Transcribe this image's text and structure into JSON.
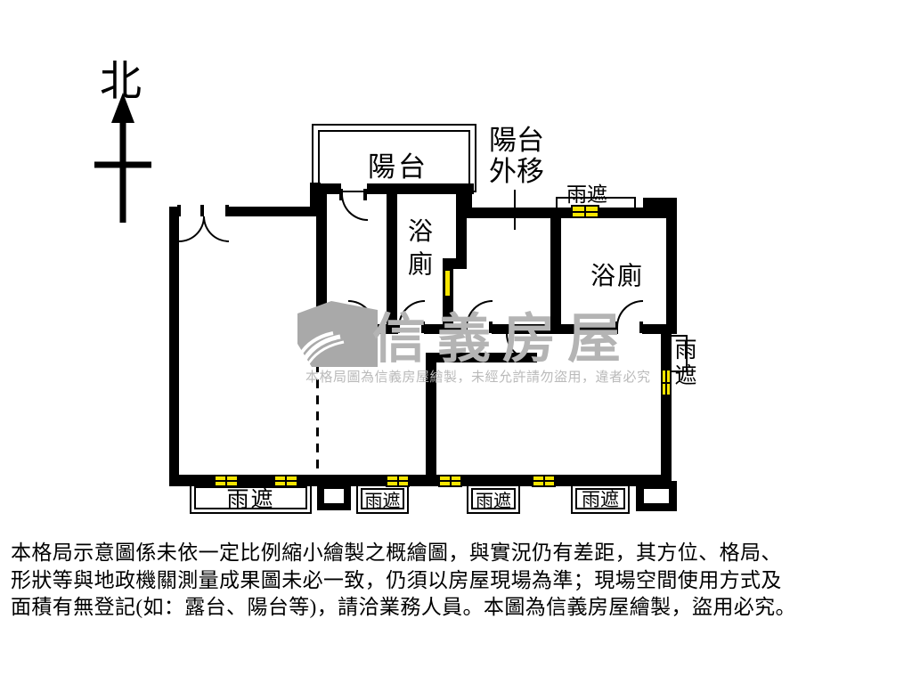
{
  "compass": {
    "label": "北"
  },
  "plan": {
    "balcony": "陽台",
    "balcony_moved_line1": "陽台",
    "balcony_moved_line2": "外移",
    "bathroom_center_char1": "浴",
    "bathroom_center_char2": "廁",
    "bathroom_right": "浴廁",
    "canopy": "雨遮",
    "canopy_right_char1": "雨",
    "canopy_right_char2": "遮"
  },
  "watermark": {
    "brand": "信義房屋",
    "notice": "本格局圖為信義房屋繪製，未經允許請勿盜用，違者必究"
  },
  "disclaimer": {
    "line1": "本格局示意圖係未依一定比例縮小繪製之概繪圖，與實況仍有差距，其方位、格局、",
    "line2": "形狀等與地政機關測量成果圖未必一致，仍須以房屋現場為準；現場空間使用方式及",
    "line3": "面積有無登記(如：露台、陽台等)，請洽業務人員。本圖為信義房屋繪製，盜用必究。"
  },
  "colors": {
    "wall": "#000000",
    "window_yellow": "#f6e500",
    "watermark_gray": "#b3b3b3"
  }
}
